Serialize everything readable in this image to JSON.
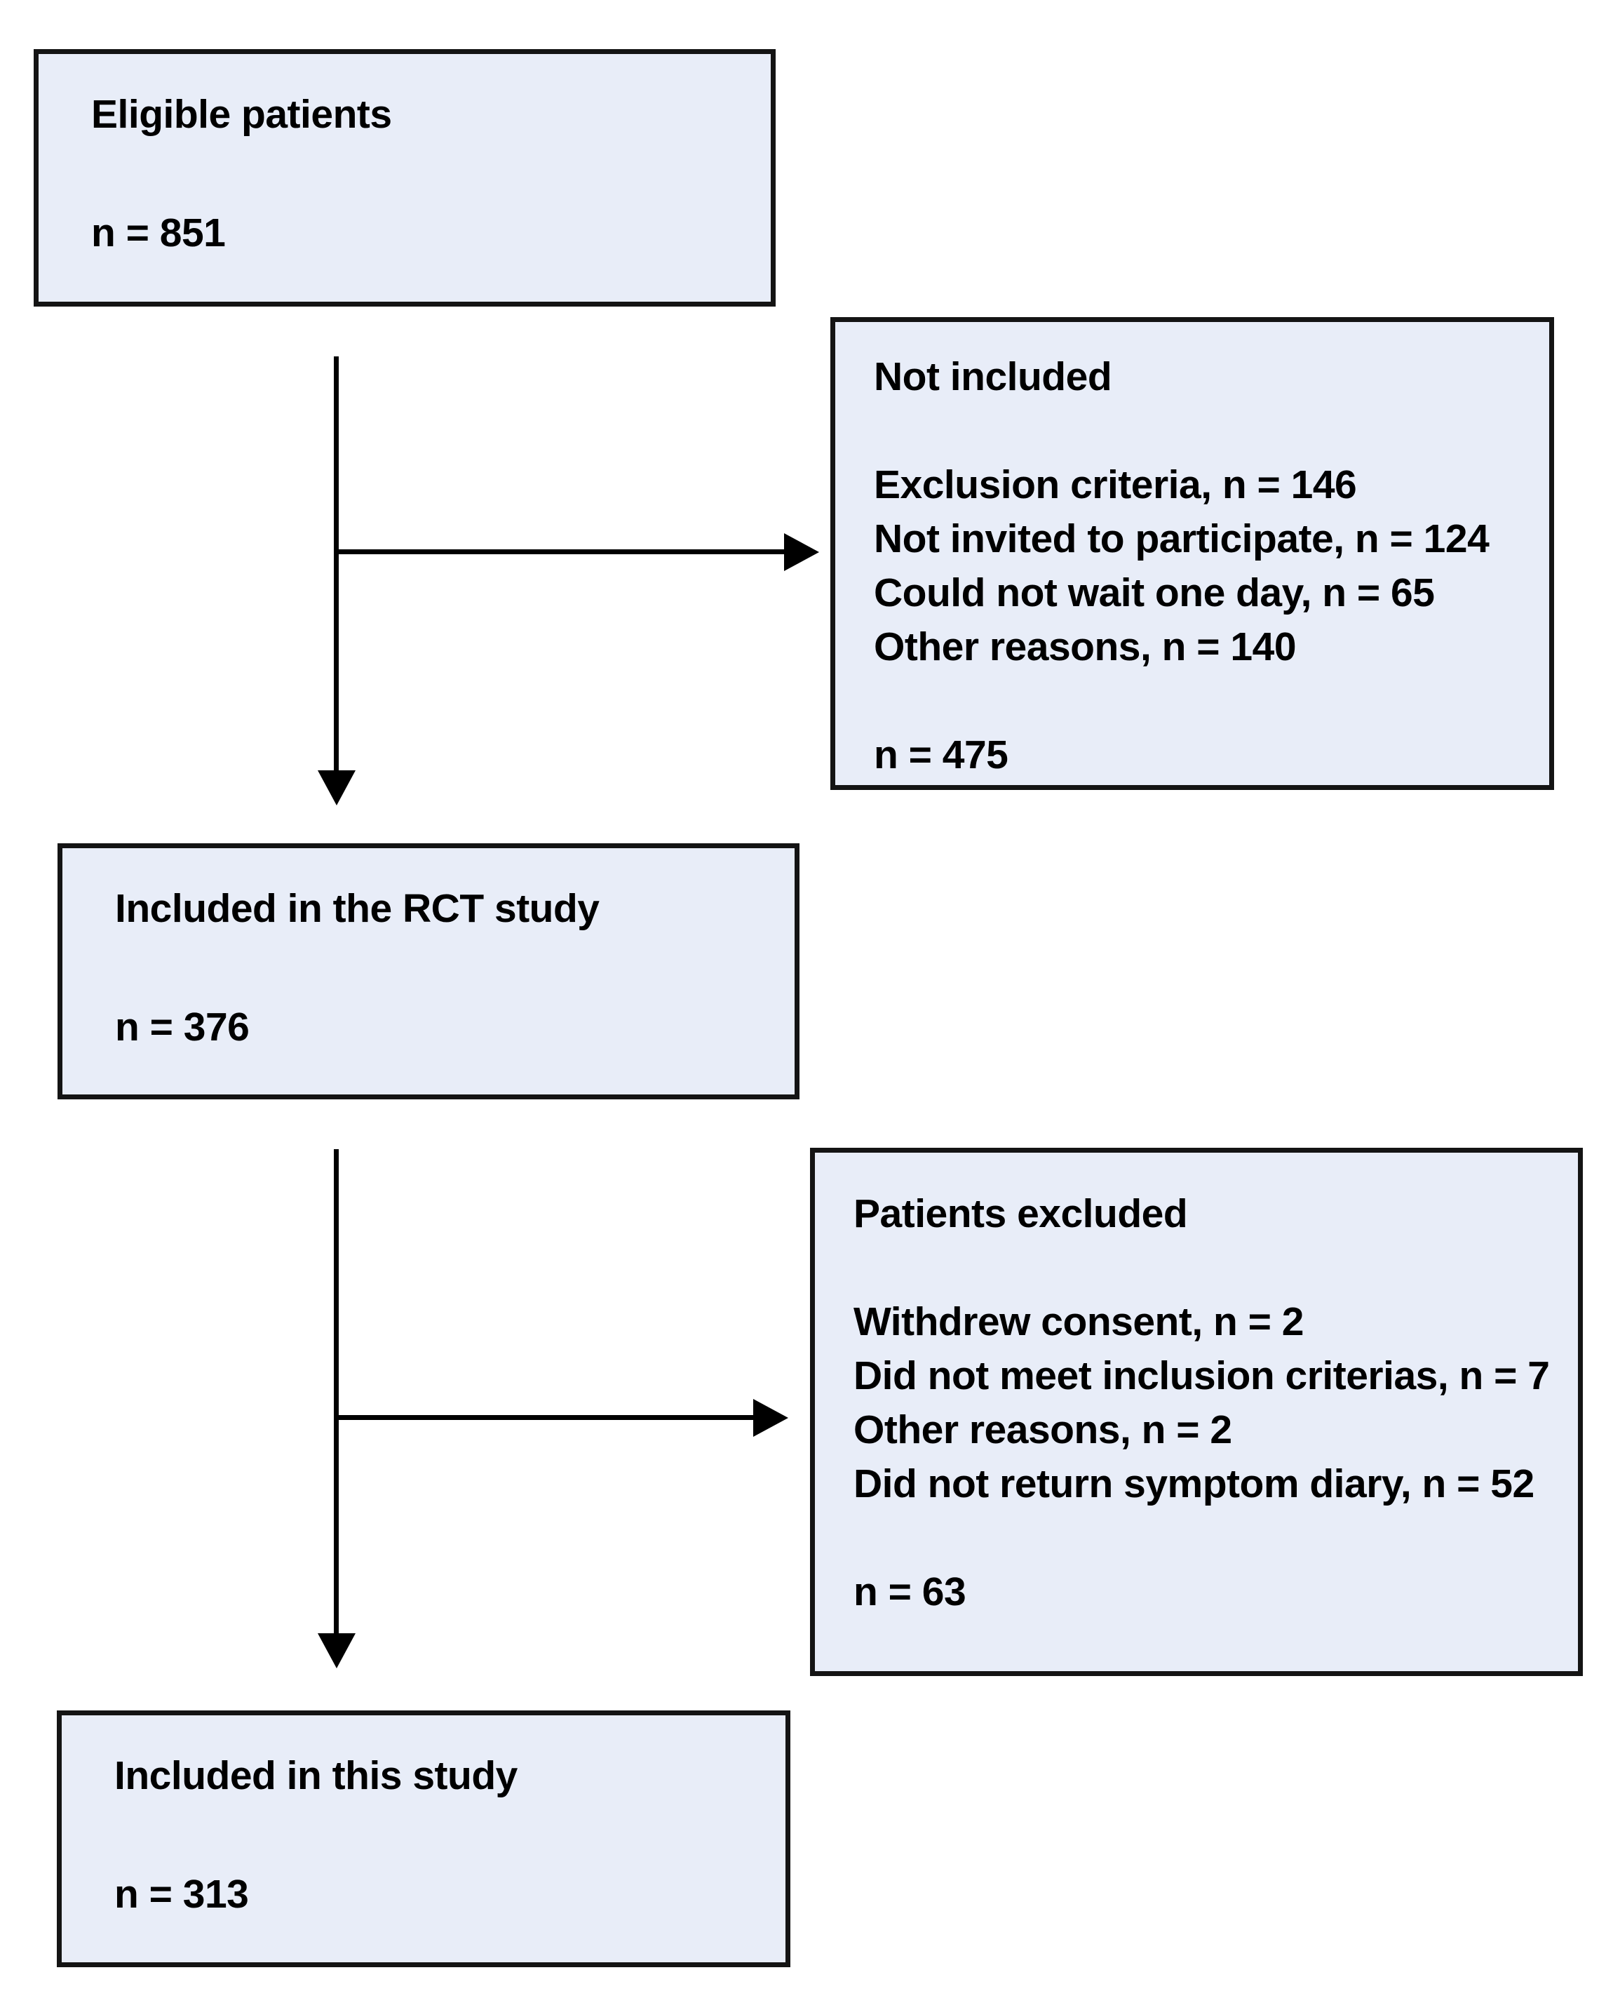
{
  "figure_type": "patient-flow-diagram",
  "boxes": {
    "eligible": {
      "title": "Eligible patients",
      "count": "n = 851"
    },
    "not_included": {
      "title": "Not included",
      "reasons": [
        "Exclusion criteria, n = 146",
        "Not invited to participate, n = 124",
        "Could not wait one day, n = 65",
        "Other reasons, n = 140"
      ],
      "count": "n = 475"
    },
    "rct": {
      "title": "Included in the RCT study",
      "count": "n = 376"
    },
    "excluded": {
      "title": "Patients excluded",
      "reasons": [
        "Withdrew consent, n = 2",
        "Did not meet inclusion criterias, n = 7",
        "Other reasons, n = 2",
        "Did not return symptom diary, n = 52"
      ],
      "count": "n = 63"
    },
    "included": {
      "title": "Included in this study",
      "count": "n = 313"
    }
  },
  "colors": {
    "box_fill": "#e8edf8",
    "box_border": "#141414",
    "arrow": "#000000",
    "background": "#ffffff",
    "text": "#000000"
  }
}
